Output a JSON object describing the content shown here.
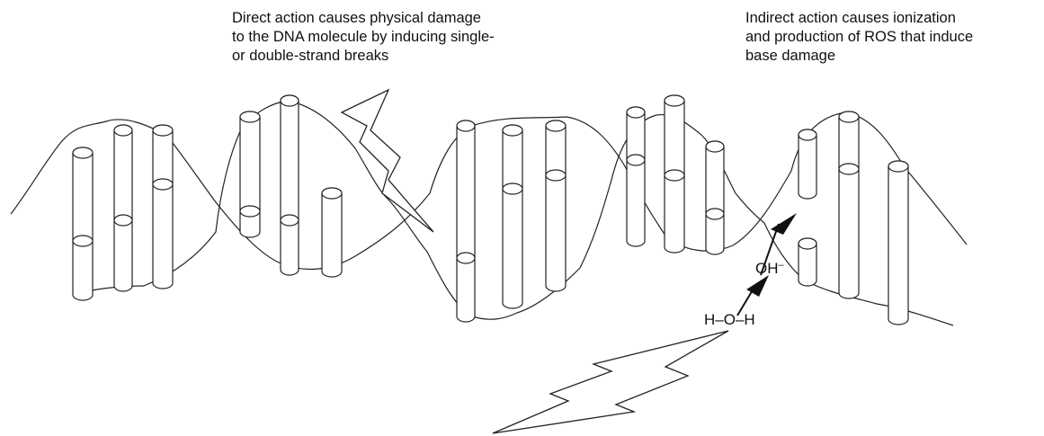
{
  "direct_caption": {
    "lines": [
      "Direct action causes physical damage",
      "to the DNA molecule by inducing single-",
      "or double-strand breaks"
    ]
  },
  "indirect_caption": {
    "lines": [
      "Indirect action causes ionization",
      "and production of ROS that induce",
      "base damage"
    ]
  },
  "labels": {
    "hydroxyl": "OH",
    "hydroxyl_charge": "–",
    "water": "H–O–H"
  },
  "colors": {
    "ink": "#111111",
    "background": "#ffffff"
  }
}
